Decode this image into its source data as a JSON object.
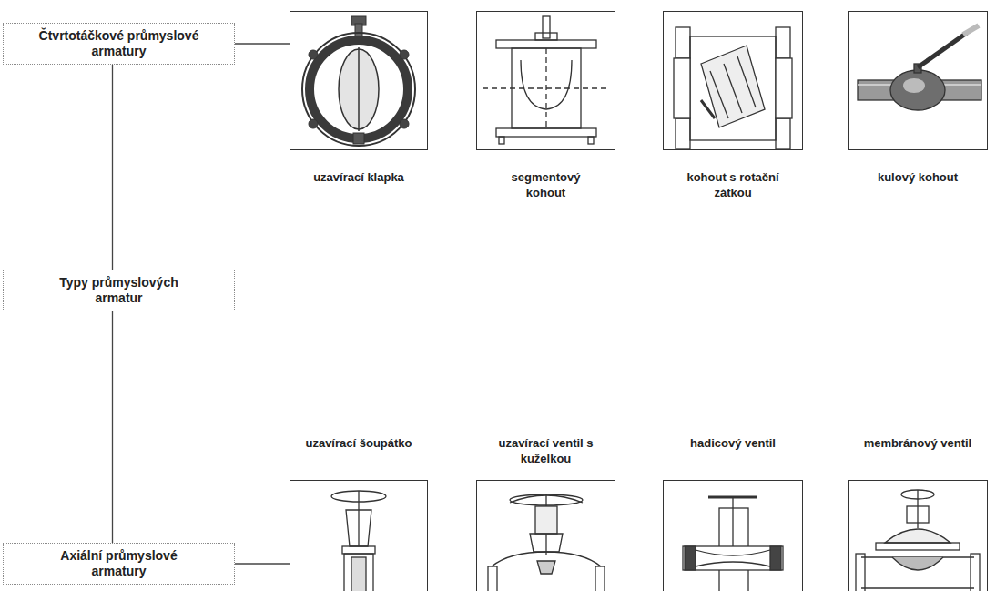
{
  "diagram": {
    "nodes": [
      {
        "text": [
          "Čtvrtotáčkové průmyslové armatury"
        ]
      },
      {
        "text": [
          "uzavírací klapka"
        ]
      },
      {
        "text": [
          "segmentový kohout"
        ]
      },
      {
        "text": [
          "kohout s rotační zátkou"
        ]
      },
      {
        "text": [
          "kulový kohout"
        ]
      },
      {
        "text": [
          "Typy průmyslových armatur"
        ]
      },
      {
        "text": [
          "Axiální průmyslové armatury"
        ]
      },
      {
        "text": [
          "uzavírací šoupátko"
        ]
      },
      {
        "text": [
          "uzavírací ventil s kuželkou"
        ]
      },
      {
        "text": [
          "hadicový ventil"
        ]
      },
      {
        "text": [
          "membránový ventil"
        ]
      }
    ],
    "edges": [
      {
        "from": 0,
        "to": 1,
        "arrow": "none"
      },
      {
        "from": 0,
        "to": 5,
        "arrow": "none"
      },
      {
        "from": 5,
        "to": 6,
        "arrow": "none"
      },
      {
        "from": 6,
        "to": 7,
        "arrow": "none"
      }
    ]
  }
}
